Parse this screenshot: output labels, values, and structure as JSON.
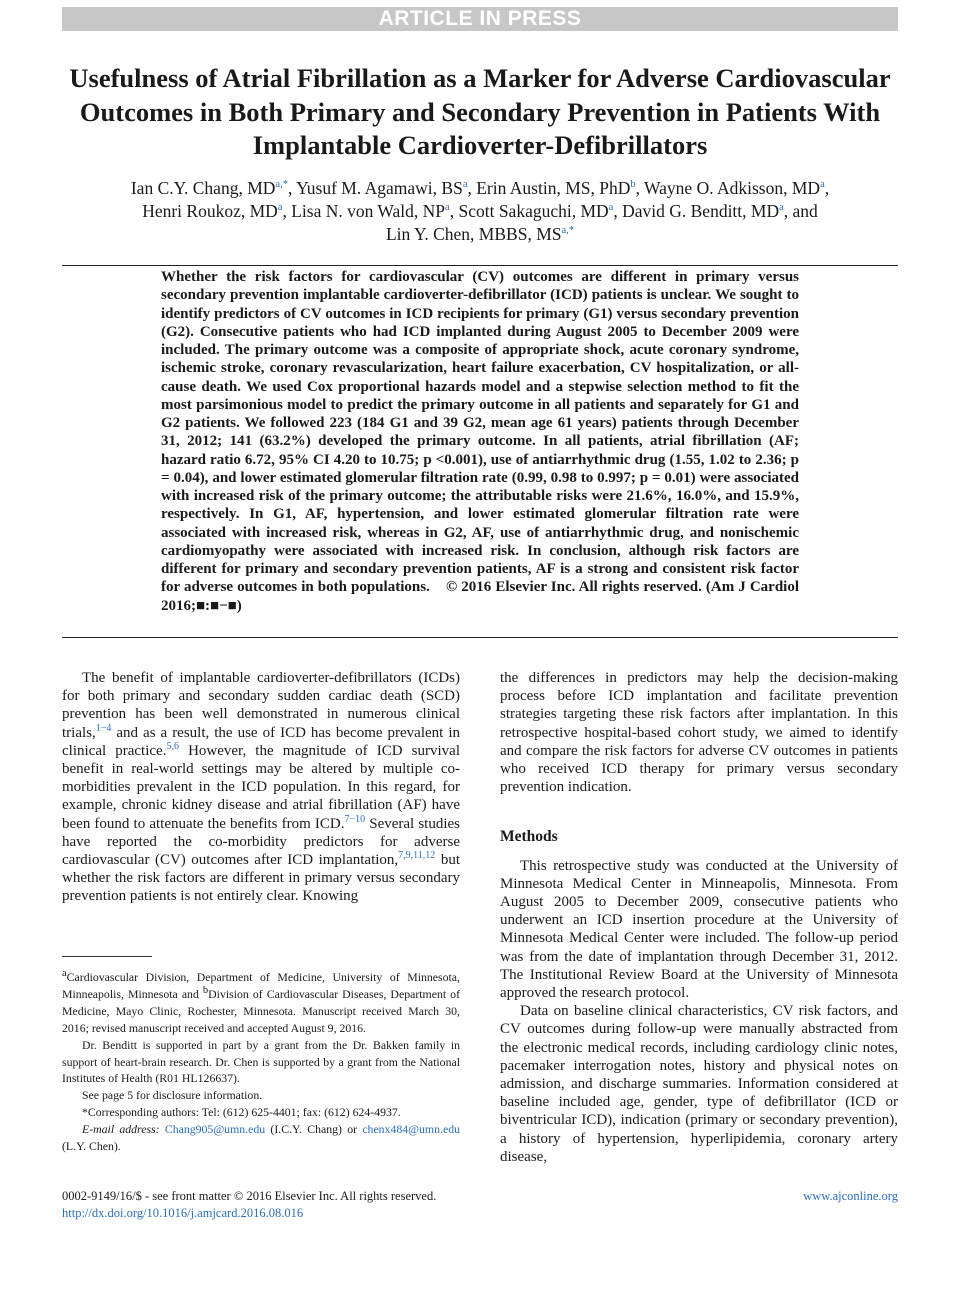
{
  "banner": "ARTICLE IN PRESS",
  "title": "Usefulness of Atrial Fibrillation as a Marker for Adverse Cardiovascular Outcomes in Both Primary and Secondary Prevention in Patients With Implantable Cardioverter-Defibrillators",
  "authors": [
    {
      "name": "Ian C.Y. Chang, MD",
      "sup": "a,*",
      "sep": ", "
    },
    {
      "name": "Yusuf M. Agamawi, BS",
      "sup": "a",
      "sep": ", "
    },
    {
      "name": "Erin Austin, MS, PhD",
      "sup": "b",
      "sep": ", "
    },
    {
      "name": "Wayne O. Adkisson, MD",
      "sup": "a",
      "sep": ", "
    },
    {
      "name": "Henri Roukoz, MD",
      "sup": "a",
      "sep": ", "
    },
    {
      "name": "Lisa N. von Wald, NP",
      "sup": "a",
      "sep": ", "
    },
    {
      "name": "Scott Sakaguchi, MD",
      "sup": "a",
      "sep": ", "
    },
    {
      "name": "David G. Benditt, MD",
      "sup": "a",
      "sep": ", and "
    },
    {
      "name": "Lin Y. Chen, MBBS, MS",
      "sup": "a,*",
      "sep": ""
    }
  ],
  "abstract": "Whether the risk factors for cardiovascular (CV) outcomes are different in primary versus secondary prevention implantable cardioverter-defibrillator (ICD) patients is unclear. We sought to identify predictors of CV outcomes in ICD recipients for primary (G1) versus secondary prevention (G2). Consecutive patients who had ICD implanted during August 2005 to December 2009 were included. The primary outcome was a composite of appropriate shock, acute coronary syndrome, ischemic stroke, coronary revascularization, heart failure exacerbation, CV hospitalization, or all-cause death. We used Cox proportional hazards model and a stepwise selection method to fit the most parsimonious model to predict the primary outcome in all patients and separately for G1 and G2 patients. We followed 223 (184 G1 and 39 G2, mean age 61 years) patients through December 31, 2012; 141 (63.2%) developed the primary outcome. In all patients, atrial fibrillation (AF; hazard ratio 6.72, 95% CI 4.20 to 10.75; p <0.001), use of antiarrhythmic drug (1.55, 1.02 to 2.36; p = 0.04), and lower estimated glomerular filtration rate (0.99, 0.98 to 0.997; p = 0.01) were associated with increased risk of the primary outcome; the attributable risks were 21.6%, 16.0%, and 15.9%, respectively. In G1, AF, hypertension, and lower estimated glomerular filtration rate were associated with increased risk, whereas in G2, AF, use of antiarrhythmic drug, and nonischemic cardiomyopathy were associated with increased risk. In conclusion, although risk factors are different for primary and secondary prevention patients, AF is a strong and consistent risk factor for adverse outcomes in both populations.",
  "copyright": "© 2016 Elsevier Inc. All rights reserved. (Am J Cardiol 2016;■:■−■)",
  "left": {
    "p1_a": "The benefit of implantable cardioverter-defibrillators (ICDs) for both primary and secondary sudden cardiac death (SCD) prevention has been well demonstrated in numerous clinical trials,",
    "ref1": "1−4",
    "p1_b": " and as a result, the use of ICD has become prevalent in clinical practice.",
    "ref2": "5,6",
    "p1_c": " However, the magnitude of ICD survival benefit in real-world settings may be altered by multiple co-morbidities prevalent in the ICD population. In this regard, for example, chronic kidney disease and atrial fibrillation (AF) have been found to attenuate the benefits from ICD.",
    "ref3": "7−10",
    "p1_d": " Several studies have reported the co-morbidity predictors for adverse cardiovascular (CV) outcomes after ICD implantation,",
    "ref4": "7,9,11,12",
    "p1_e": " but whether the risk factors are different in primary versus secondary prevention patients is not entirely clear. Knowing"
  },
  "right": {
    "p1": "the differences in predictors may help the decision-making process before ICD implantation and facilitate prevention strategies targeting these risk factors after implantation. In this retrospective hospital-based cohort study, we aimed to identify and compare the risk factors for adverse CV outcomes in patients who received ICD therapy for primary versus secondary prevention indication.",
    "methods_heading": "Methods",
    "p2": "This retrospective study was conducted at the University of Minnesota Medical Center in Minneapolis, Minnesota. From August 2005 to December 2009, consecutive patients who underwent an ICD insertion procedure at the University of Minnesota Medical Center were included. The follow-up period was from the date of implantation through December 31, 2012. The Institutional Review Board at the University of Minnesota approved the research protocol.",
    "p3": "Data on baseline clinical characteristics, CV risk factors, and CV outcomes during follow-up were manually abstracted from the electronic medical records, including cardiology clinic notes, pacemaker interrogation notes, history and physical notes on admission, and discharge summaries. Information considered at baseline included age, gender, type of defibrillator (ICD or biventricular ICD), indication (primary or secondary prevention), a history of hypertension, hyperlipidemia, coronary artery disease,"
  },
  "footnotes": {
    "affil_a_sup": "a",
    "affil_a": "Cardiovascular Division, Department of Medicine, University of Minnesota, Minneapolis, Minnesota and ",
    "affil_b_sup": "b",
    "affil_b": "Division of Cardiovascular Diseases, Department of Medicine, Mayo Clinic, Rochester, Minnesota. Manuscript received March 30, 2016; revised manuscript received and accepted August 9, 2016.",
    "support": "Dr. Benditt is supported in part by a grant from the Dr. Bakken family in support of heart-brain research. Dr. Chen is supported by a grant from the National Institutes of Health (R01 HL126637).",
    "disclosure": "See page 5 for disclosure information.",
    "corresponding": "*Corresponding authors: Tel: (612) 625-4401; fax: (612) 624-4937.",
    "email_label": "E-mail address:",
    "email1": "Chang905@umn.edu",
    "email1_who": " (I.C.Y. Chang) or ",
    "email2": "chenx484@umn.edu",
    "email2_who": " (L.Y. Chen)."
  },
  "footer": {
    "issn": "0002-9149/16/$ - see front matter © 2016 Elsevier Inc. All rights reserved.",
    "doi": "http://dx.doi.org/10.1016/j.amjcard.2016.08.016",
    "website": "www.ajconline.org"
  }
}
